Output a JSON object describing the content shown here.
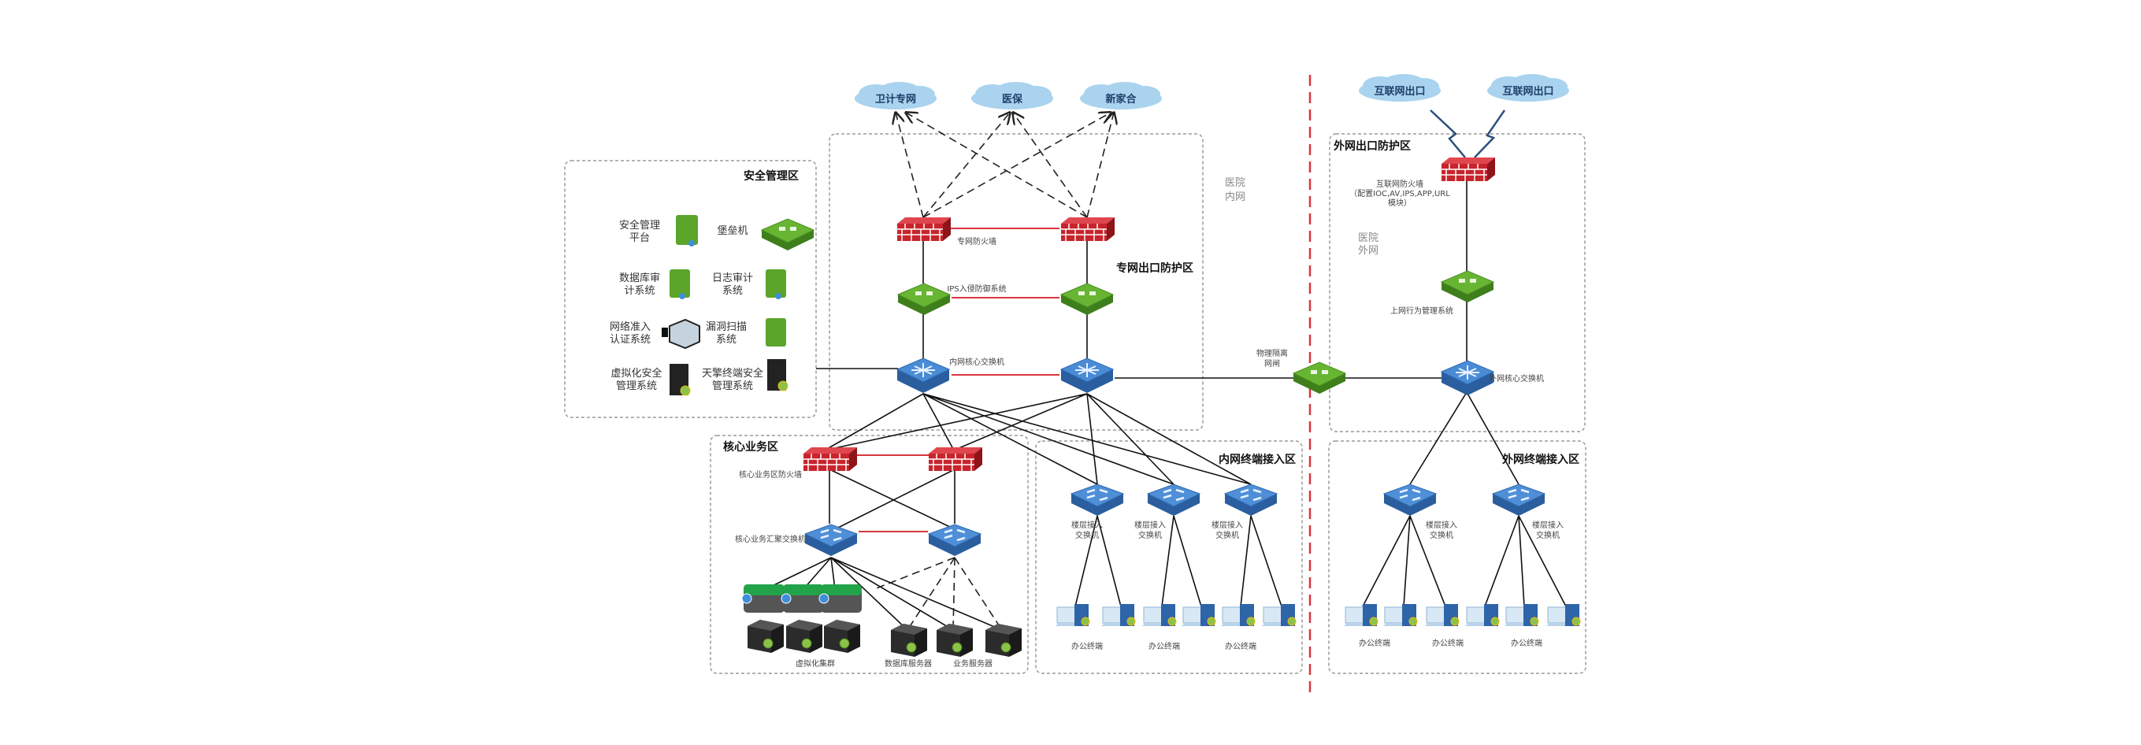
{
  "colors": {
    "firewall": "#c8242c",
    "switch": "#3a78c4",
    "security_device": "#5aa52a",
    "cloud": "#a9d3ee",
    "boundary": "#d9363e"
  },
  "clouds": {
    "wjzw": "卫计专网",
    "yb": "医保",
    "xnh": "新家合",
    "inet1": "互联网出口",
    "inet2": "互联网出口"
  },
  "zones": {
    "security_mgmt": "安全管理区",
    "private_exit": "专网出口防护区",
    "core_business": "核心业务区",
    "inner_access": "内网终端接入区",
    "outer_exit": "外网出口防护区",
    "outer_access": "外网终端接入区"
  },
  "network_labels": {
    "inner": [
      "医院",
      "内网"
    ],
    "outer": [
      "医院",
      "外网"
    ]
  },
  "security_items": [
    {
      "label": [
        "安全管理",
        "平台"
      ],
      "icon": "security-platform-icon"
    },
    {
      "label": [
        "堡垒机"
      ],
      "icon": "bastion-host-icon"
    },
    {
      "label": [
        "数据库审",
        "计系统"
      ],
      "icon": "db-audit-icon"
    },
    {
      "label": [
        "日志审计",
        "系统"
      ],
      "icon": "log-audit-icon"
    },
    {
      "label": [
        "网络准入",
        "认证系统"
      ],
      "icon": "nac-icon"
    },
    {
      "label": [
        "漏洞扫描",
        "系统"
      ],
      "icon": "vuln-scan-icon"
    },
    {
      "label": [
        "虚拟化安全",
        "管理系统"
      ],
      "icon": "server-icon"
    },
    {
      "label": [
        "天擎终端安全",
        "管理系统"
      ],
      "icon": "server-icon"
    }
  ],
  "private_exit": {
    "firewall": "专网防火墙",
    "ips": "IPS入侵防御系统",
    "core_switch": "内网核心交换机"
  },
  "gatekeeper": [
    "物理隔离",
    "网闸"
  ],
  "outer_exit": {
    "firewall": [
      "互联网防火墙",
      "（配置IOC,AV,IPS,APP,URL",
      "模块）"
    ],
    "behavior": "上网行为管理系统",
    "core_switch": "外网核心交换机"
  },
  "core_business": {
    "firewall": "核心业务区防火墙",
    "agg_switch": "核心业务汇聚交换机",
    "vcluster": "虚拟化集群",
    "db_server": "数据库服务器",
    "biz_server": "业务服务器"
  },
  "access": {
    "floor_switch": [
      "楼层接入",
      "交换机"
    ],
    "terminal": "办公终端"
  }
}
